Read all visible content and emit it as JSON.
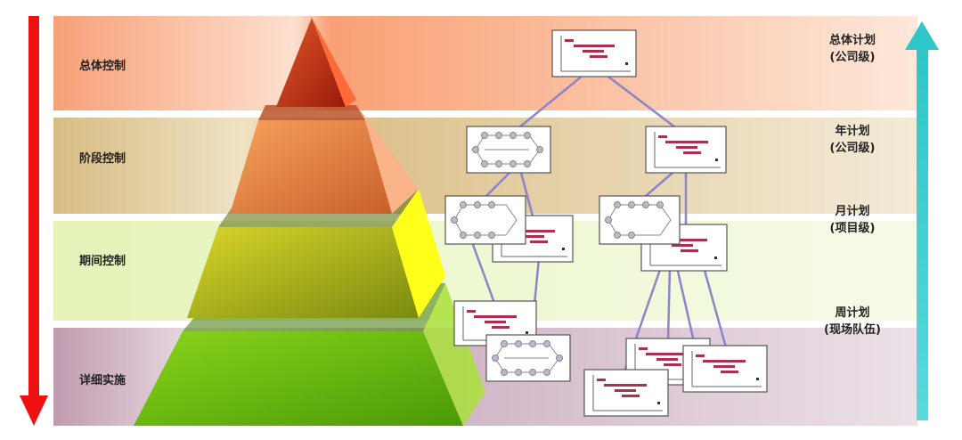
{
  "levels": [
    {
      "label": "总体控制"
    },
    {
      "label": "阶段控制"
    },
    {
      "label": "期间控制"
    },
    {
      "label": "详细实施"
    }
  ],
  "plans": [
    {
      "title": "总体计划",
      "scope": "(公司级)"
    },
    {
      "title": "年计划",
      "scope": "(公司级)"
    },
    {
      "title": "月计划",
      "scope": "(项目级)"
    },
    {
      "title": "周计划",
      "scope": "(现场队伍)"
    }
  ],
  "colors": {
    "down_arrow": "#ee1111",
    "up_arrow": "#33c9cc",
    "band_overall": "#f9a074",
    "band_stage": "#dcc08a",
    "band_period": "#e4f2b6",
    "band_detail": "#c8a6bc",
    "connector": "#8c84c8",
    "gantt_bar": "#a8324e"
  },
  "icons": {
    "down_arrow": "arrow-down-icon",
    "up_arrow": "arrow-up-icon",
    "gantt_card": "gantt-chart-icon",
    "network_card": "network-diagram-icon"
  }
}
